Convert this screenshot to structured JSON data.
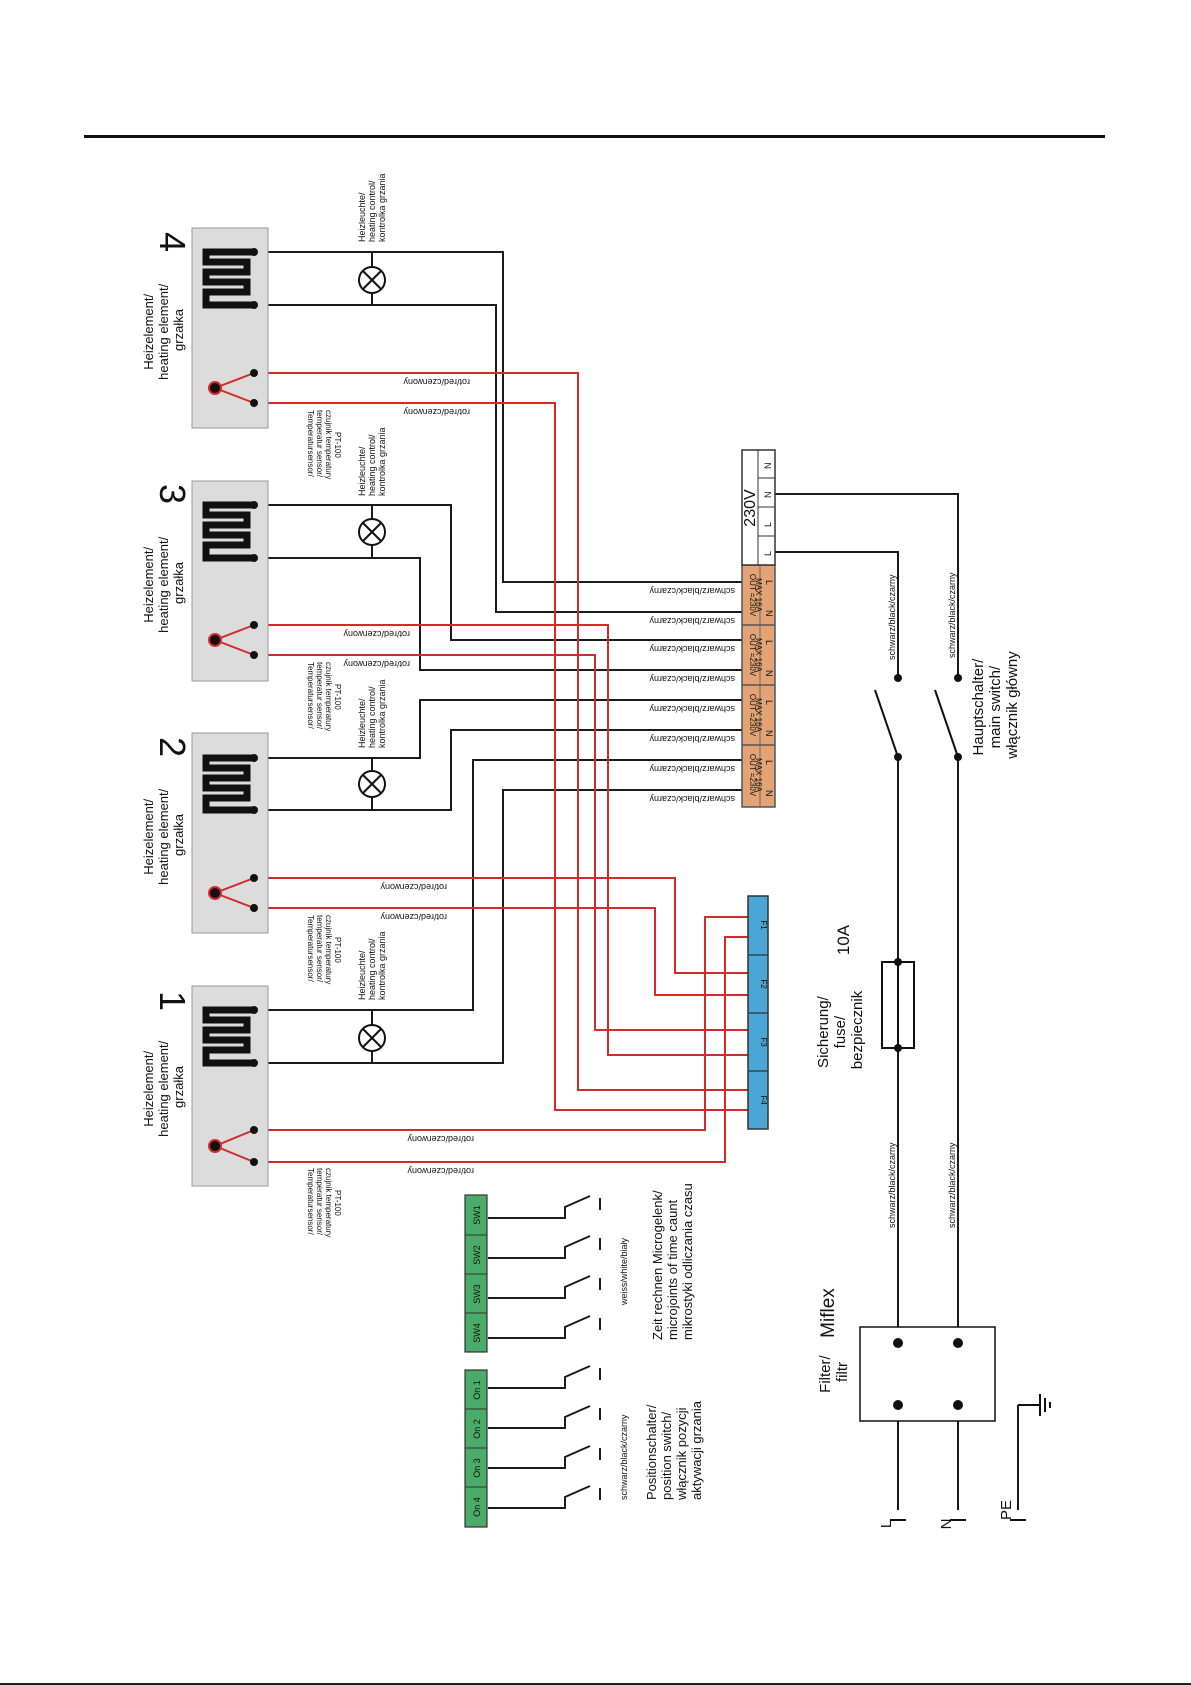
{
  "colors": {
    "element_box": "#dcdcdc",
    "relay_orange": "#e3a374",
    "fuse_blue": "#4aa6d4",
    "switch_green": "#4aac68",
    "wire_red": "#d42a2a",
    "wire_black": "#1a1a1a"
  },
  "elements": [
    {
      "number": "1",
      "heater": [
        "Heizelement/",
        "heating element/",
        "grzałka"
      ],
      "sensor": [
        "Temperatursensor/",
        "temperatur sensor/",
        "czujnik temperatury",
        "PT-100"
      ],
      "lamp": [
        "Heizleuchte/",
        "heating control/",
        "kontrolka grzania"
      ]
    },
    {
      "number": "2",
      "heater": [
        "Heizelement/",
        "heating element/",
        "grzałka"
      ],
      "sensor": [
        "Temperatursensor/",
        "temperatur sensor/",
        "czujnik temperatury",
        "PT-100"
      ],
      "lamp": [
        "Heizleuchte/",
        "heating control/",
        "kontrolka grzania"
      ]
    },
    {
      "number": "3",
      "heater": [
        "Heizelement/",
        "heating element/",
        "grzałka"
      ],
      "sensor": [
        "Temperatursensor/",
        "temperatur sensor/",
        "czujnik temperatury",
        "PT-100"
      ],
      "lamp": [
        "Heizleuchte/",
        "heating control/",
        "kontrolka grzania"
      ]
    },
    {
      "number": "4",
      "heater": [
        "Heizelement/",
        "heating element/",
        "grzałka"
      ],
      "sensor": [
        "Temperatursensor/",
        "temperatur sensor/",
        "czujnik temperatury",
        "PT-100"
      ],
      "lamp": [
        "Heizleuchte/",
        "heating control/",
        "kontrolka grzania"
      ]
    }
  ],
  "wire_labels": {
    "red": "rot/red/czerwony",
    "black": "schwarz/black/czarny",
    "white": "weiss/white/biały"
  },
  "relays": {
    "rating": "OUT =230V",
    "max": "MAX 16A",
    "terminals": [
      "L",
      "N",
      "L",
      "N",
      "L",
      "N",
      "L",
      "N"
    ]
  },
  "supply": {
    "voltage": "230V",
    "terminals": [
      "L",
      "L",
      "N",
      "N"
    ]
  },
  "fuses": [
    "F1",
    "F2",
    "F3",
    "F4"
  ],
  "fuse_main": {
    "label": [
      "Sicherung/",
      "fuse/",
      "bezpiecznik"
    ],
    "rating": "10A"
  },
  "main_switch": [
    "Hauptschalter/",
    "main switch/",
    "włącznik główny"
  ],
  "timer_switches": {
    "labels": [
      "SW1",
      "SW2",
      "SW3",
      "SW4"
    ],
    "caption": [
      "Zeit rechnen Microgelenk/",
      "microjoints of time caunt",
      "mikrostyki odliczania czasu"
    ]
  },
  "position_switches": {
    "labels": [
      "On 1",
      "On 2",
      "On 3",
      "On 4"
    ],
    "caption": [
      "Positionschalter/",
      "position switch/",
      "włącznik pozycji",
      "aktywacji grzania"
    ]
  },
  "filter": {
    "label": [
      "Filter/",
      "filtr"
    ],
    "brand": "Miflex"
  },
  "mains": {
    "L": "L",
    "N": "N",
    "PE": "PE"
  }
}
